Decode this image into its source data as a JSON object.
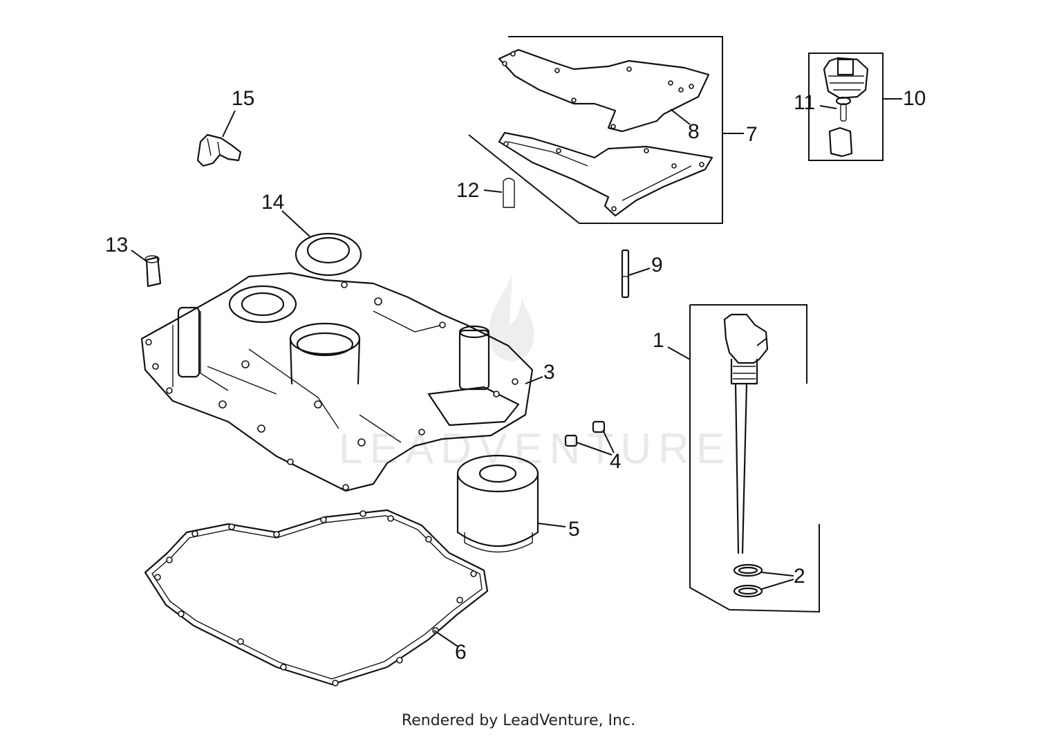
{
  "watermark_text": "LEADVENTURE",
  "footer_text": "Rendered by LeadVenture, Inc.",
  "callouts": {
    "c1": "1",
    "c2": "2",
    "c3": "3",
    "c4": "4",
    "c5": "5",
    "c6": "6",
    "c7": "7",
    "c8": "8",
    "c9": "9",
    "c10": "10",
    "c11": "11",
    "c12": "12",
    "c13": "13",
    "c14": "14",
    "c15": "15"
  },
  "colors": {
    "line": "#111111",
    "background": "#ffffff",
    "watermark": "#e9e9e9"
  }
}
